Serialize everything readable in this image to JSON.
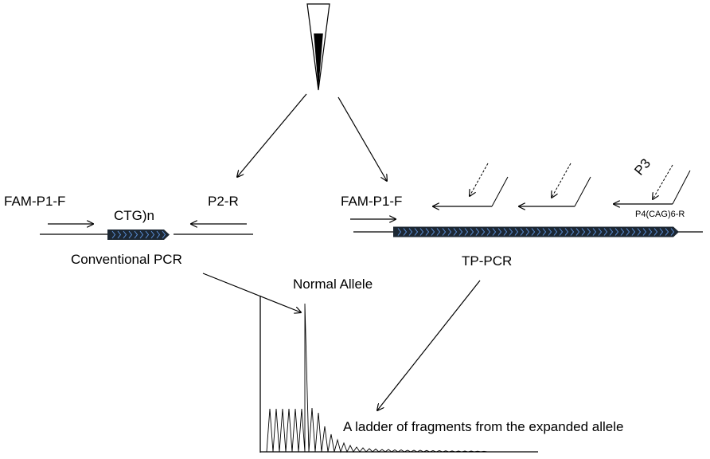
{
  "labels": {
    "left_primer_forward": "FAM-P1-F",
    "repeat": "CTG)n",
    "left_primer_reverse": "P2-R",
    "left_method": "Conventional PCR",
    "right_primer_forward": "FAM-P1-F",
    "right_primer_p3": "P3",
    "right_primer_reverse": "P4(CAG)6-R",
    "right_method": "TP-PCR",
    "normal_allele": "Normal Allele",
    "ladder_caption": "A ladder of fragments from the expanded allele"
  },
  "colors": {
    "ink": "#000000",
    "repeat_fill": "#1c2733",
    "repeat_chevron": "#5b8fd6",
    "pipette_liquid": "#000000"
  }
}
